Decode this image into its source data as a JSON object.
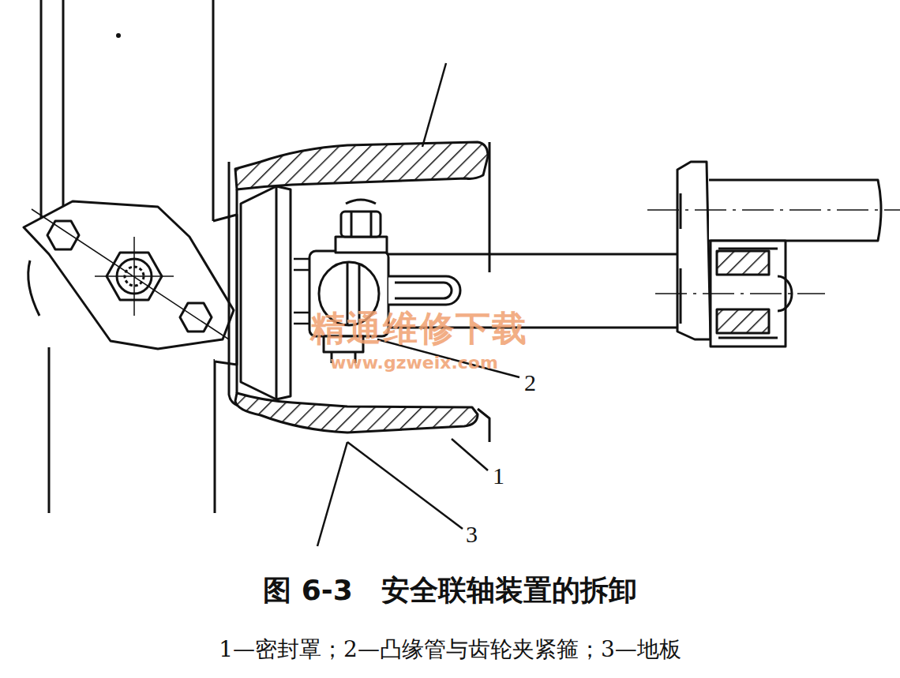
{
  "diagram": {
    "caption": "图 6-3　安全联轴装置的拆卸",
    "labels": [
      "1",
      "2",
      "3",
      "1—密封罩；2—凸缘管与齿轮夹紧箍；3—地板",
      "精通维修下载",
      "www.gzweix.com"
    ]
  }
}
